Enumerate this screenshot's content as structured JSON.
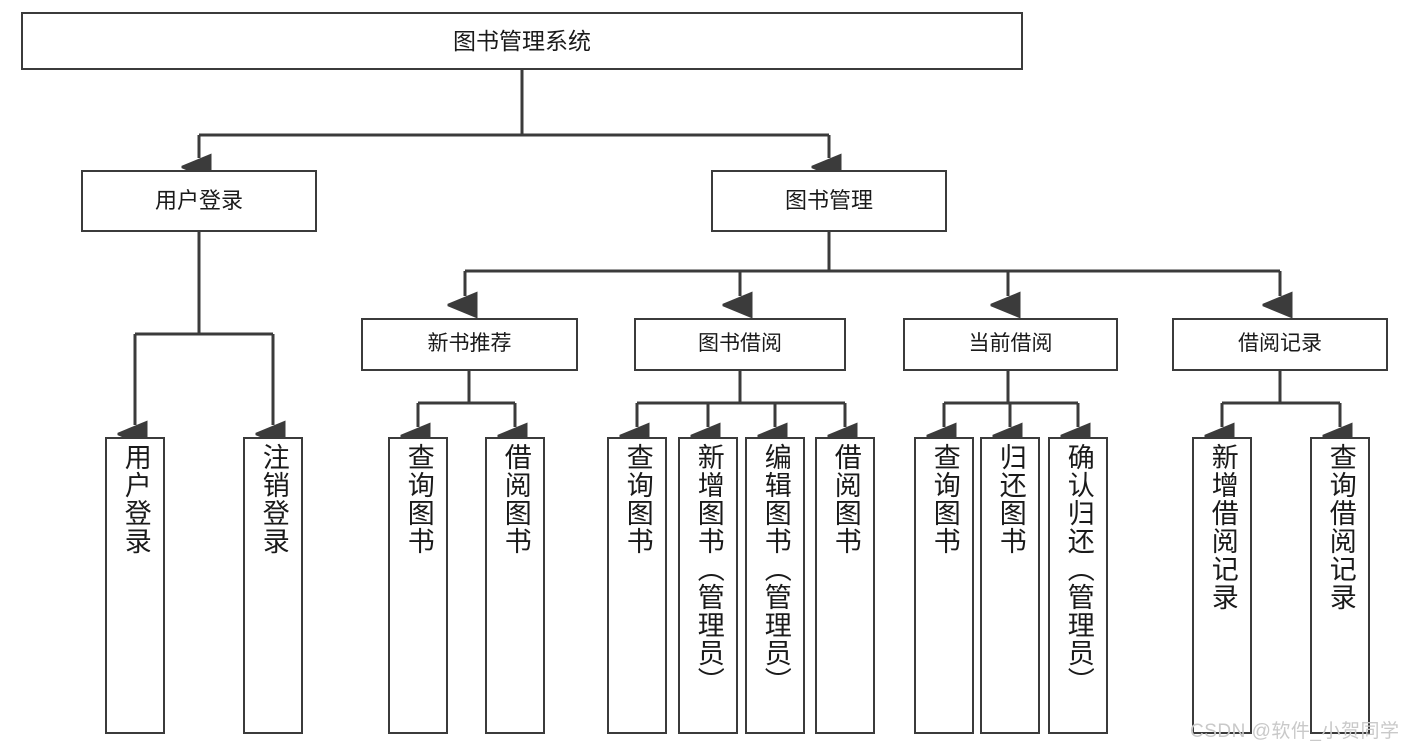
{
  "diagram": {
    "title": "图书管理系统",
    "type": "tree-hierarchy-chart",
    "stroke_color": "#3b3b3b",
    "text_color": "#1a1a1a",
    "background_color": "#ffffff",
    "root": {
      "label": "图书管理系统"
    },
    "level2": [
      {
        "label": "用户登录"
      },
      {
        "label": "图书管理"
      }
    ],
    "level3": [
      {
        "label": "新书推荐"
      },
      {
        "label": "图书借阅"
      },
      {
        "label": "当前借阅"
      },
      {
        "label": "借阅记录"
      }
    ],
    "leaves": {
      "user_login": [
        {
          "label": "用户登录"
        },
        {
          "label": "注销登录"
        }
      ],
      "new_book_recommend": [
        {
          "label": "查询图书"
        },
        {
          "label": "借阅图书"
        }
      ],
      "book_borrow": [
        {
          "label": "查询图书"
        },
        {
          "label": "新增图书（管理员）"
        },
        {
          "label": "编辑图书（管理员）"
        },
        {
          "label": "借阅图书"
        }
      ],
      "current_borrow": [
        {
          "label": "查询图书"
        },
        {
          "label": "归还图书"
        },
        {
          "label": "确认归还（管理员）"
        }
      ],
      "borrow_record": [
        {
          "label": "新增借阅记录"
        },
        {
          "label": "查询借阅记录"
        }
      ]
    },
    "watermark": "CSDN @软件_小贺同学"
  }
}
